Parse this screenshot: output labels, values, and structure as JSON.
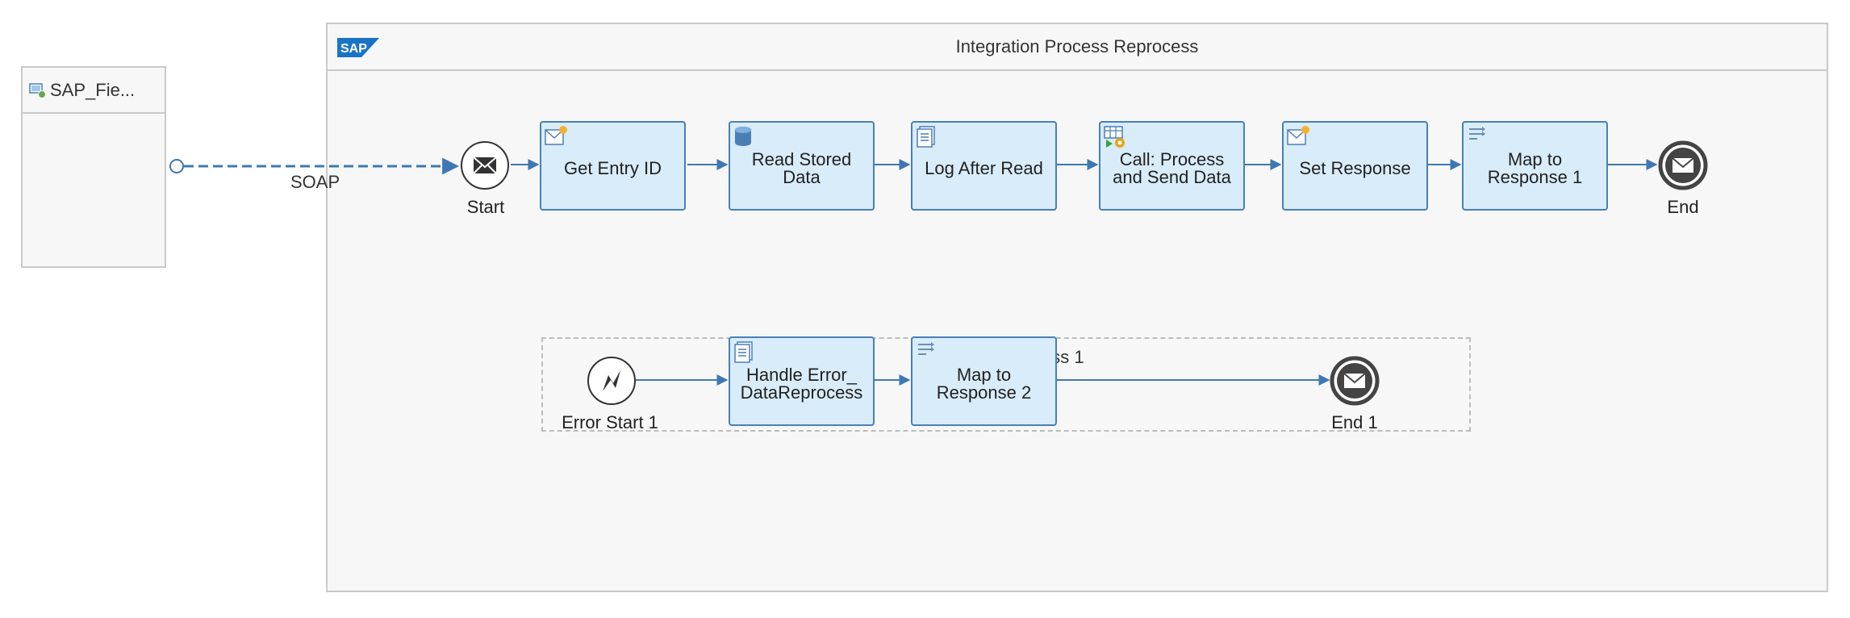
{
  "sender": {
    "name": "SAP_Fie..."
  },
  "connection": {
    "label": "SOAP"
  },
  "pool": {
    "title": "Integration Process Reprocess"
  },
  "main_flow": {
    "start_label": "Start",
    "end_label": "End",
    "tasks": [
      {
        "label": "Get Entry ID",
        "icon": "content-modifier-icon"
      },
      {
        "label": "Read Stored Data",
        "icon": "data-store-icon"
      },
      {
        "label": "Log After Read",
        "icon": "script-icon"
      },
      {
        "label": "Call: Process and Send Data",
        "icon": "process-call-icon"
      },
      {
        "label": "Set Response",
        "icon": "content-modifier-icon"
      },
      {
        "label": "Map to Response 1",
        "icon": "mapping-icon"
      }
    ]
  },
  "exception_subprocess": {
    "label": "ess 1",
    "start_label": "Error Start 1",
    "end_label": "End 1",
    "tasks": [
      {
        "label": "Handle Error_ DataReprocess",
        "icon": "script-icon"
      },
      {
        "label": "Map to Response 2",
        "icon": "mapping-icon"
      }
    ]
  },
  "colors": {
    "task_fill": "#d8ecfa",
    "task_border": "#4a7fb5",
    "flow_line": "#3e78b2",
    "pool_border": "#c9c9c9"
  }
}
